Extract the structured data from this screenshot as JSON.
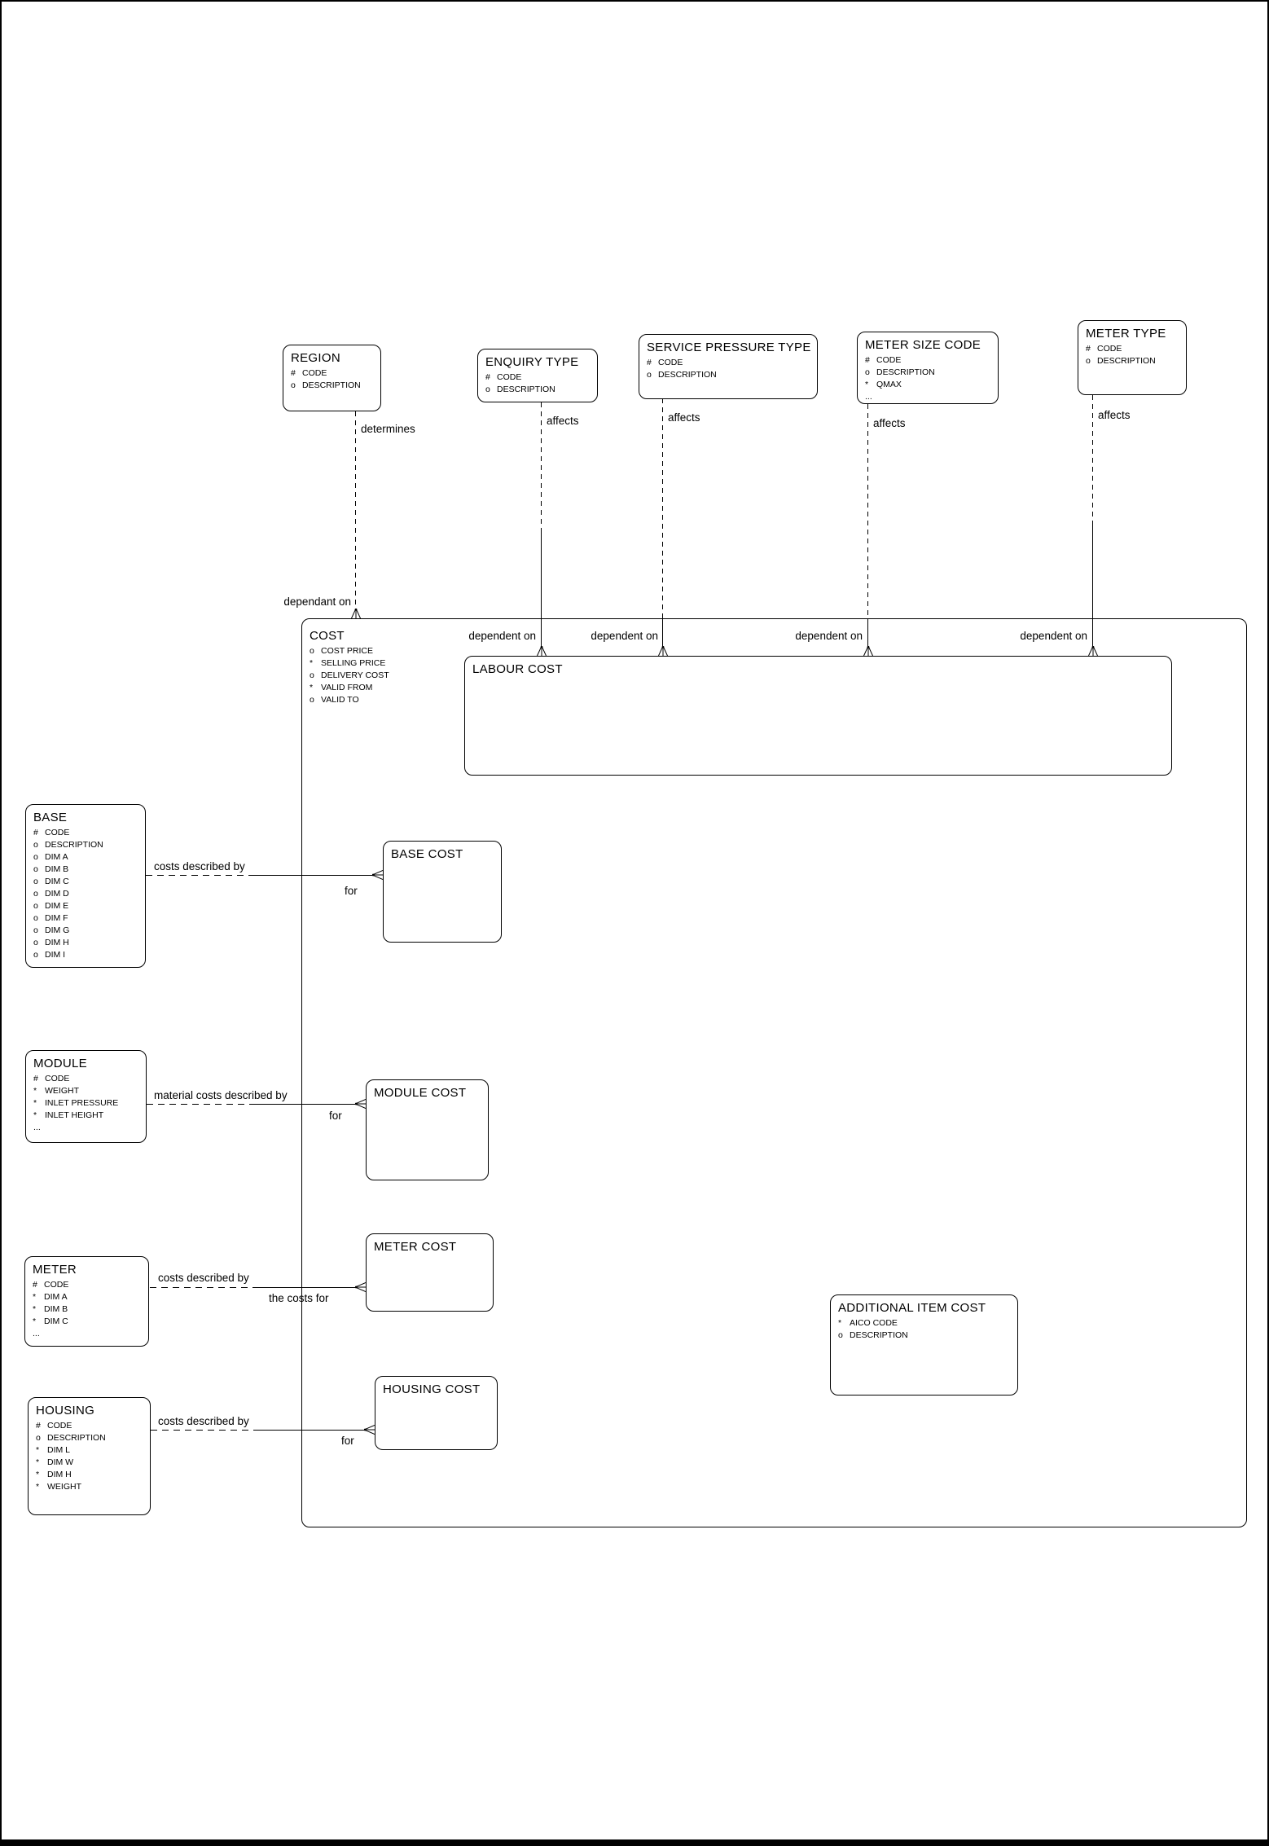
{
  "diagram": {
    "colors": {
      "background": "#ffffff",
      "line": "#000000"
    },
    "entities": {
      "region": {
        "title": "REGION",
        "attrs": [
          {
            "prefix": "#",
            "name": "CODE"
          },
          {
            "prefix": "o",
            "name": "DESCRIPTION"
          }
        ]
      },
      "enquiry_type": {
        "title": "ENQUIRY TYPE",
        "attrs": [
          {
            "prefix": "#",
            "name": "CODE"
          },
          {
            "prefix": "o",
            "name": "DESCRIPTION"
          }
        ]
      },
      "service_pressure_type": {
        "title": "SERVICE PRESSURE TYPE",
        "attrs": [
          {
            "prefix": "#",
            "name": "CODE"
          },
          {
            "prefix": "o",
            "name": "DESCRIPTION"
          }
        ]
      },
      "meter_size_code": {
        "title": "METER SIZE CODE",
        "attrs": [
          {
            "prefix": "#",
            "name": "CODE"
          },
          {
            "prefix": "o",
            "name": "DESCRIPTION"
          },
          {
            "prefix": "*",
            "name": "QMAX"
          },
          {
            "prefix": "...",
            "name": ""
          }
        ]
      },
      "meter_type": {
        "title": "METER TYPE",
        "attrs": [
          {
            "prefix": "#",
            "name": "CODE"
          },
          {
            "prefix": "o",
            "name": "DESCRIPTION"
          }
        ]
      },
      "cost": {
        "title": "COST",
        "attrs": [
          {
            "prefix": "o",
            "name": "COST PRICE"
          },
          {
            "prefix": "*",
            "name": "SELLING PRICE"
          },
          {
            "prefix": "o",
            "name": "DELIVERY COST"
          },
          {
            "prefix": "*",
            "name": "VALID FROM"
          },
          {
            "prefix": "o",
            "name": "VALID TO"
          }
        ]
      },
      "labour_cost": {
        "title": "LABOUR COST",
        "attrs": []
      },
      "base": {
        "title": "BASE",
        "attrs": [
          {
            "prefix": "#",
            "name": "CODE"
          },
          {
            "prefix": "o",
            "name": "DESCRIPTION"
          },
          {
            "prefix": "o",
            "name": "DIM A"
          },
          {
            "prefix": "o",
            "name": "DIM B"
          },
          {
            "prefix": "o",
            "name": "DIM C"
          },
          {
            "prefix": "o",
            "name": "DIM D"
          },
          {
            "prefix": "o",
            "name": "DIM E"
          },
          {
            "prefix": "o",
            "name": "DIM F"
          },
          {
            "prefix": "o",
            "name": "DIM G"
          },
          {
            "prefix": "o",
            "name": "DIM H"
          },
          {
            "prefix": "o",
            "name": "DIM I"
          }
        ]
      },
      "base_cost": {
        "title": "BASE COST",
        "attrs": []
      },
      "module": {
        "title": "MODULE",
        "attrs": [
          {
            "prefix": "#",
            "name": "CODE"
          },
          {
            "prefix": "*",
            "name": "WEIGHT"
          },
          {
            "prefix": "*",
            "name": "INLET PRESSURE"
          },
          {
            "prefix": "*",
            "name": "INLET HEIGHT"
          },
          {
            "prefix": "...",
            "name": ""
          }
        ]
      },
      "module_cost": {
        "title": "MODULE COST",
        "attrs": []
      },
      "meter": {
        "title": "METER",
        "attrs": [
          {
            "prefix": "#",
            "name": "CODE"
          },
          {
            "prefix": "*",
            "name": "DIM A"
          },
          {
            "prefix": "*",
            "name": "DIM B"
          },
          {
            "prefix": "*",
            "name": "DIM C"
          },
          {
            "prefix": "...",
            "name": ""
          }
        ]
      },
      "meter_cost": {
        "title": "METER COST",
        "attrs": []
      },
      "housing": {
        "title": "HOUSING",
        "attrs": [
          {
            "prefix": "#",
            "name": "CODE"
          },
          {
            "prefix": "o",
            "name": "DESCRIPTION"
          },
          {
            "prefix": "*",
            "name": "DIM L"
          },
          {
            "prefix": "*",
            "name": "DIM W"
          },
          {
            "prefix": "*",
            "name": "DIM H"
          },
          {
            "prefix": "*",
            "name": "WEIGHT"
          }
        ]
      },
      "housing_cost": {
        "title": "HOUSING COST",
        "attrs": []
      },
      "additional_item_cost": {
        "title": "ADDITIONAL ITEM COST",
        "attrs": [
          {
            "prefix": "*",
            "name": "AICO CODE"
          },
          {
            "prefix": "o",
            "name": "DESCRIPTION"
          }
        ]
      }
    },
    "relationships": {
      "region_cost": {
        "from_label": "determines",
        "to_label": "dependant on"
      },
      "enquiry_labour": {
        "from_label": "affects",
        "to_label": "dependent on"
      },
      "service_labour": {
        "from_label": "affects",
        "to_label": "dependent on"
      },
      "metersize_labour": {
        "from_label": "affects",
        "to_label": "dependent on"
      },
      "metertype_labour": {
        "from_label": "affects",
        "to_label": "dependent on"
      },
      "base_basecost": {
        "from_label": "costs described by",
        "to_label": "for"
      },
      "module_modulecost": {
        "from_label": "material costs described by",
        "to_label": "for"
      },
      "meter_metercost": {
        "from_label": "costs described by",
        "to_label": "the costs for"
      },
      "housing_housingcost": {
        "from_label": "costs described by",
        "to_label": "for"
      }
    }
  }
}
